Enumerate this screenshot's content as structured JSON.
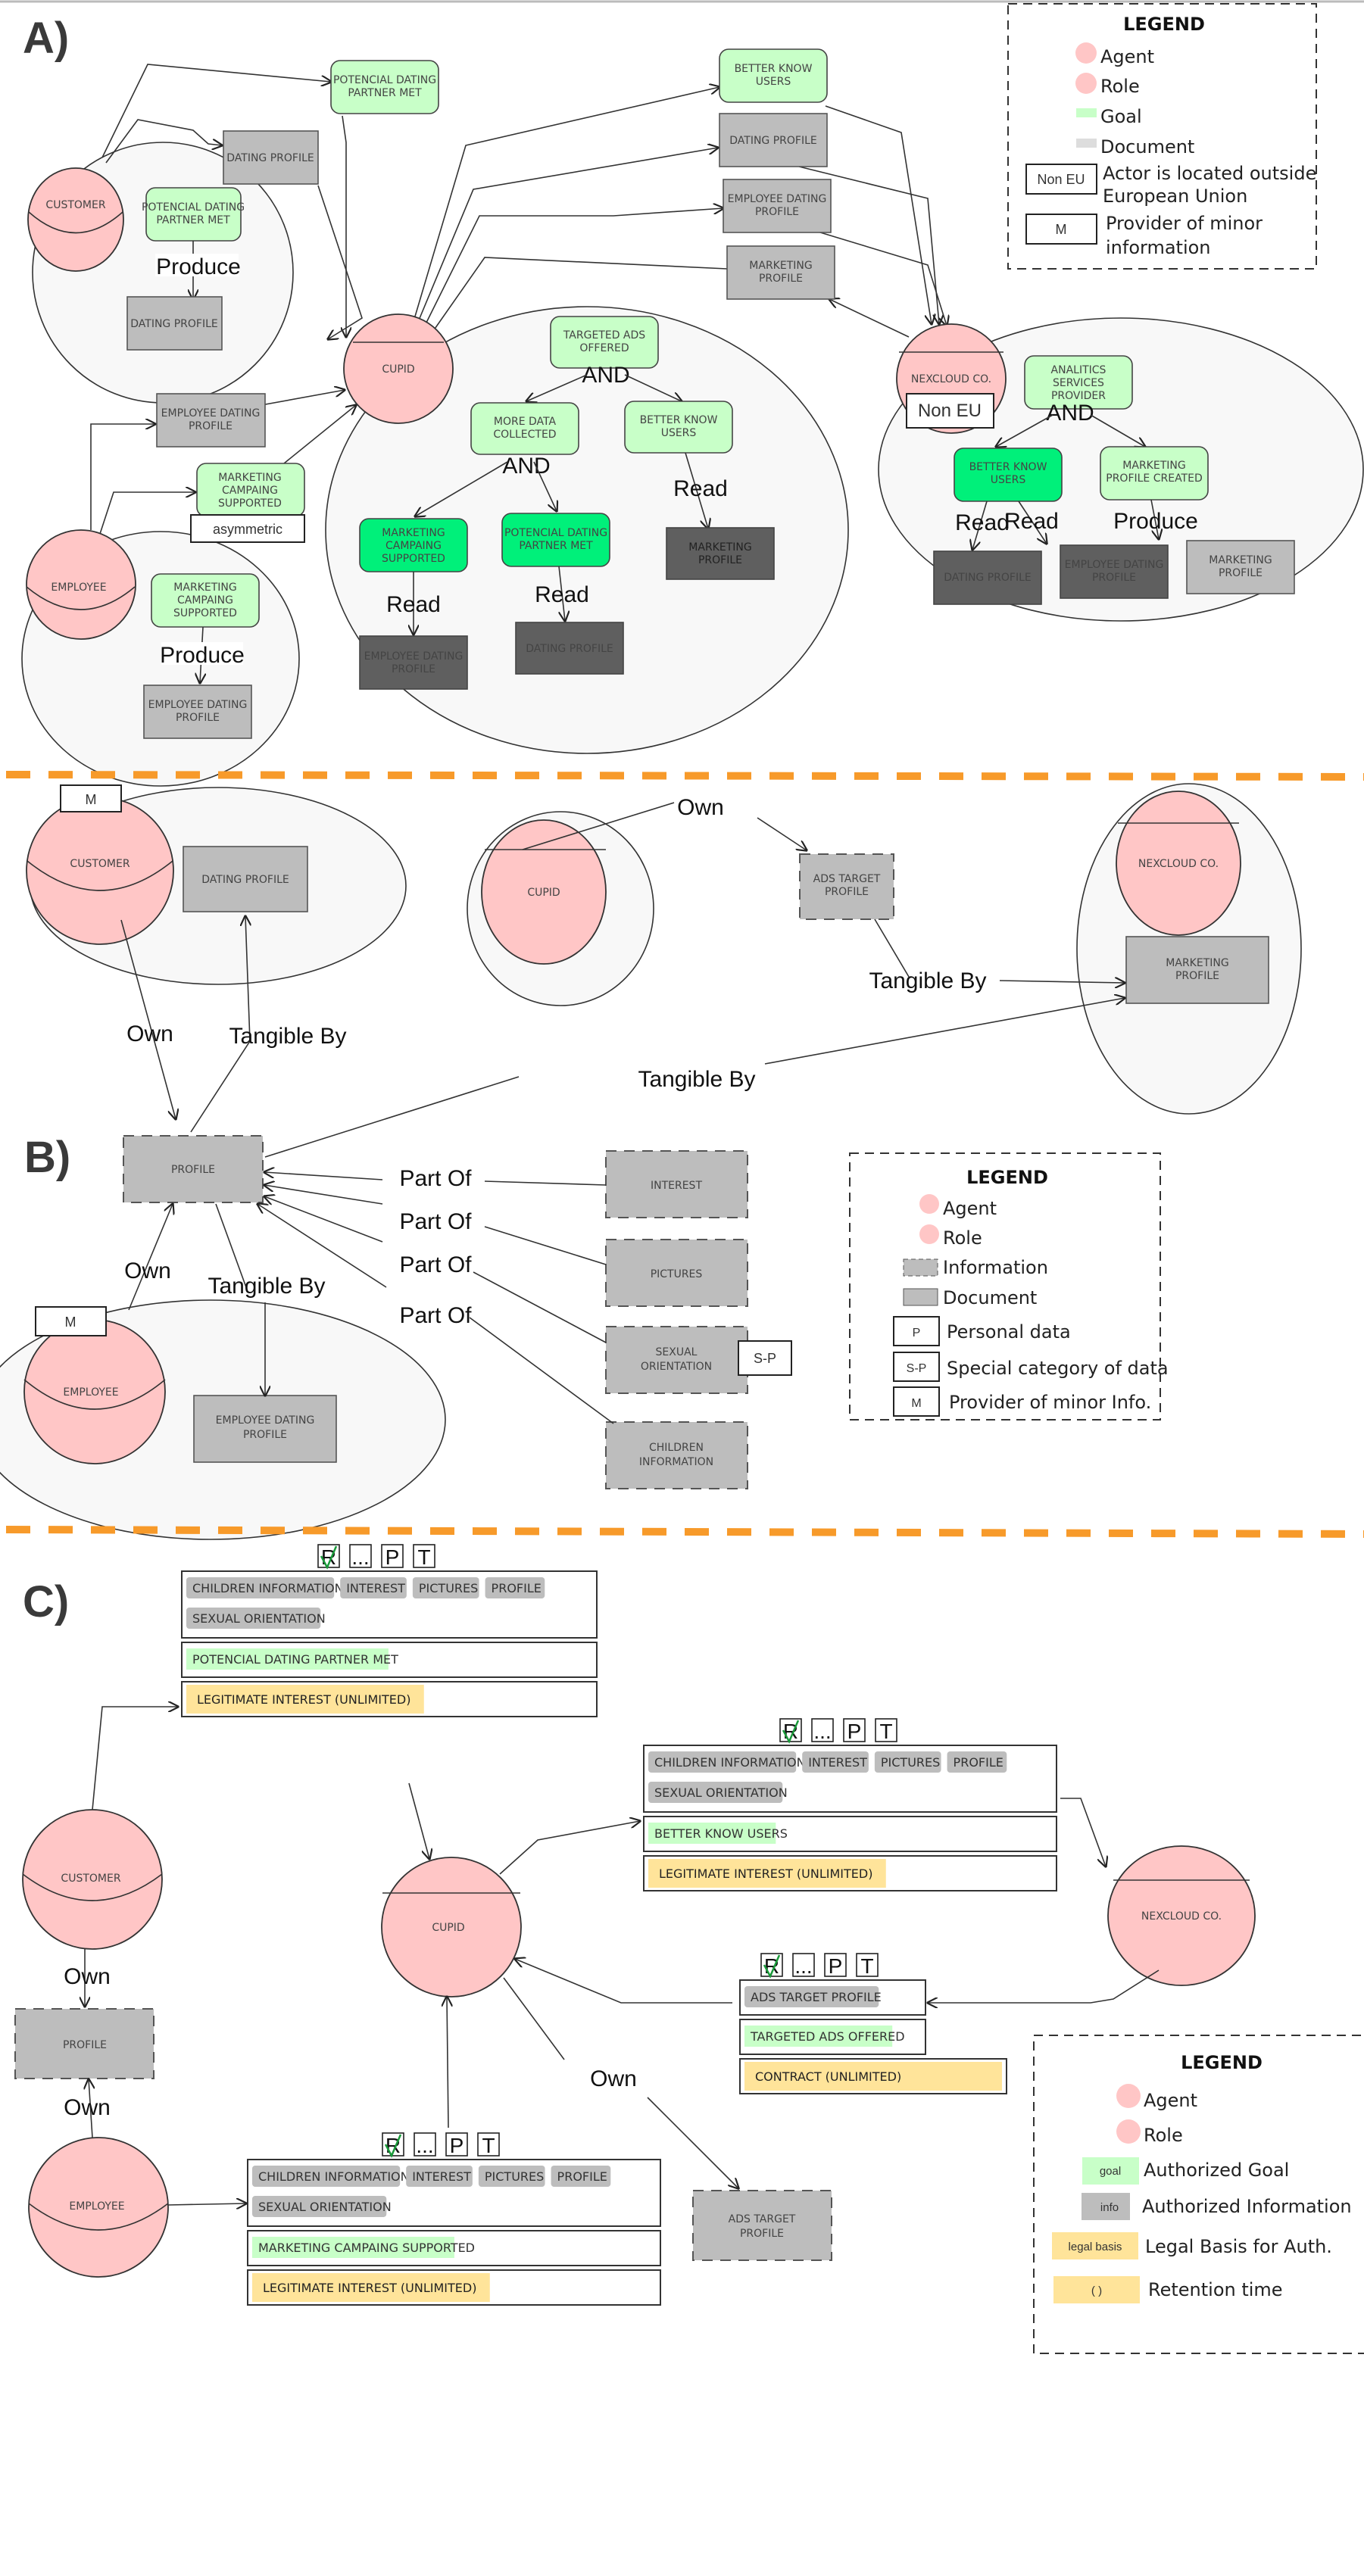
{
  "colors": {
    "agent_fill": "#ffc6c6",
    "boundary_fill": "#f8f8f8",
    "goal_light": "#c8ffc8",
    "goal_bright": "#00f07a",
    "document": "#bdbdbd",
    "document_dark": "#5f5f5f",
    "legal_basis": "#ffe49a",
    "separator": "#f79a2a"
  },
  "panel_a": {
    "label": "A)",
    "actors": {
      "customer": "CUSTOMER",
      "cupid": "CUPID",
      "employee": "EMPLOYEE",
      "nexcloud": "NEXCLOUD CO."
    },
    "nexcloud_badge": "Non EU",
    "asymmetric_badge": "asymmetric",
    "customer_inner": {
      "goal": "POTENCIAL DATING PARTNER MET",
      "relation": "Produce",
      "document": "DATING PROFILE"
    },
    "employee_inner": {
      "goal": "MARKETING CAMPAING SUPPORTED",
      "relation": "Produce",
      "document": "EMPLOYEE DATING PROFILE"
    },
    "external": {
      "goal_potencial": "POTENCIAL DATING PARTNER MET",
      "doc_dating": "DATING PROFILE",
      "doc_employee_dating": "EMPLOYEE DATING PROFILE",
      "goal_marketing": "MARKETING CAMPAING SUPPORTED",
      "goal_better_know": "BETTER KNOW USERS",
      "doc_dating_right": "DATING PROFILE",
      "doc_employee_dating_right": "EMPLOYEE DATING PROFILE",
      "doc_marketing_right": "MARKETING PROFILE"
    },
    "cupid_inner": {
      "top_goal": "TARGETED ADS OFFERED",
      "and1": "AND",
      "more_data": "MORE DATA COLLECTED",
      "better_know": "BETTER KNOW USERS",
      "and2": "AND",
      "marketing": "MARKETING CAMPAING SUPPORTED",
      "potencial": "POTENCIAL DATING PARTNER MET",
      "read": "Read",
      "doc_employee": "EMPLOYEE DATING PROFILE",
      "doc_dating": "DATING PROFILE",
      "doc_marketing": "MARKETING PROFILE"
    },
    "nexcloud_inner": {
      "top_goal": "ANALITICS SERVICES PROVIDER",
      "and": "AND",
      "better_know": "BETTER KNOW USERS",
      "marketing_created": "MARKETING PROFILE CREATED",
      "read": "Read",
      "produce": "Produce",
      "doc_dating": "DATING PROFILE",
      "doc_employee": "EMPLOYEE DATING PROFILE",
      "doc_marketing": "MARKETING PROFILE"
    },
    "legend": {
      "title": "LEGEND",
      "agent": "Agent",
      "role": "Role",
      "goal": "Goal",
      "document": "Document",
      "non_eu_badge": "Non EU",
      "non_eu_line1": "Actor is located outside",
      "non_eu_line2": "European Union",
      "m_badge": "M",
      "m_line1": "Provider of minor",
      "m_line2": "information"
    }
  },
  "panel_b": {
    "label": "B)",
    "customer": "CUSTOMER",
    "customer_badge": "M",
    "customer_doc": "DATING PROFILE",
    "cupid": "CUPID",
    "nexcloud": "NEXCLOUD CO.",
    "ads_target": "ADS TARGET PROFILE",
    "marketing_profile": "MARKETING PROFILE",
    "profile": "PROFILE",
    "employee": "EMPLOYEE",
    "employee_badge": "M",
    "employee_doc": "EMPLOYEE DATING PROFILE",
    "info_items": [
      "INTEREST",
      "PICTURES",
      "SEXUAL ORIENTATION",
      "CHILDREN INFORMATION"
    ],
    "sp_badge": "S-P",
    "relations": {
      "own": "Own",
      "tangible_by": "Tangible By",
      "part_of": "Part Of"
    },
    "legend": {
      "title": "LEGEND",
      "agent": "Agent",
      "role": "Role",
      "information": "Information",
      "document": "Document",
      "p_badge": "P",
      "p_text": "Personal data",
      "sp_badge": "S-P",
      "sp_text": "Special category of data",
      "m_badge": "M",
      "m_text": "Provider of minor Info."
    }
  },
  "panel_c": {
    "label": "C)",
    "customer": "CUSTOMER",
    "cupid": "CUPID",
    "employee": "EMPLOYEE",
    "nexcloud": "NEXCLOUD CO.",
    "profile": "PROFILE",
    "ads_target": "ADS TARGET PROFILE",
    "own": "Own",
    "perm_flags": [
      "R",
      "...",
      "P",
      "T"
    ],
    "auth_customer": {
      "info": [
        "CHILDREN INFORMATION",
        "INTEREST",
        "PICTURES",
        "PROFILE",
        "SEXUAL ORIENTATION"
      ],
      "goal": "POTENCIAL DATING PARTNER MET",
      "legal": "LEGITIMATE INTEREST (UNLIMITED)"
    },
    "auth_nexcloud": {
      "info": [
        "CHILDREN INFORMATION",
        "INTEREST",
        "PICTURES",
        "PROFILE",
        "SEXUAL ORIENTATION"
      ],
      "goal": "BETTER KNOW USERS",
      "legal": "LEGITIMATE INTEREST (UNLIMITED)"
    },
    "auth_cupid_ads": {
      "info": [
        "ADS TARGET PROFILE"
      ],
      "goal": "TARGETED ADS OFFERED",
      "legal": "CONTRACT (UNLIMITED)"
    },
    "auth_employee": {
      "info": [
        "CHILDREN INFORMATION",
        "INTEREST",
        "PICTURES",
        "PROFILE",
        "SEXUAL ORIENTATION"
      ],
      "goal": "MARKETING CAMPAING SUPPORTED",
      "legal": "LEGITIMATE INTEREST (UNLIMITED)"
    },
    "legend": {
      "title": "LEGEND",
      "agent": "Agent",
      "role": "Role",
      "goal_chip": "goal",
      "goal_text": "Authorized Goal",
      "info_chip": "info",
      "info_text": "Authorized Information",
      "legal_chip": "legal basis",
      "legal_text": "Legal Basis for Auth.",
      "ret_chip": "( )",
      "ret_text": "Retention time"
    }
  }
}
